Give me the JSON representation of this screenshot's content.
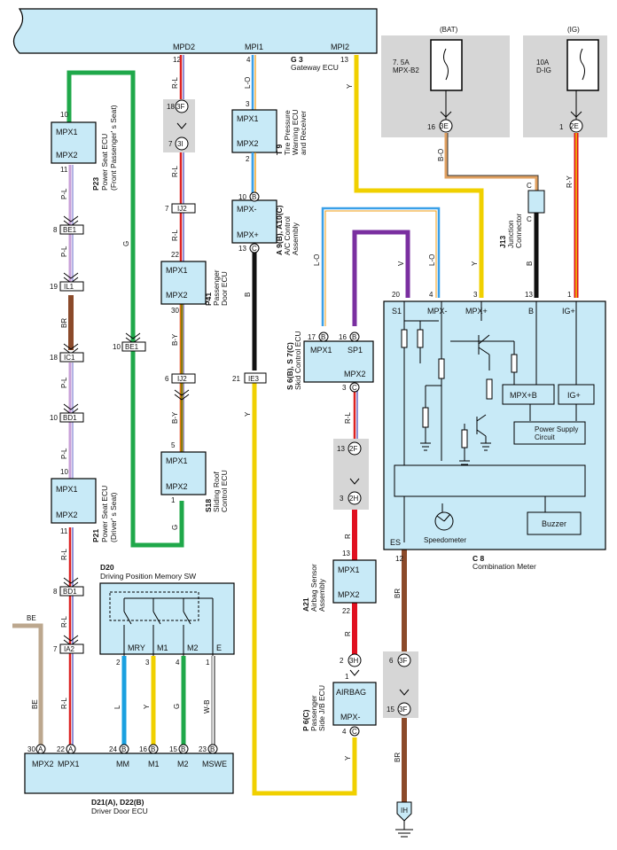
{
  "gateway": {
    "ref": "G 3",
    "name": "Gateway ECU",
    "pins": [
      "MPD2",
      "MPI1",
      "MPI2"
    ],
    "pin_nums": [
      "12",
      "4",
      "13"
    ]
  },
  "fuses": {
    "bat": {
      "header": "(BAT)",
      "rating": "7. 5A",
      "name": "MPX-B2",
      "conn_pin": "16",
      "conn": "3E"
    },
    "ig": {
      "header": "(IG)",
      "rating": "10A",
      "name": "D-IG",
      "conn_pin": "1",
      "conn": "2E"
    }
  },
  "ecus": {
    "p23": {
      "ref": "P23",
      "name1": "Power Seat ECU",
      "name2": "(Front Passenger' s Seat)",
      "p1": "MPX1",
      "p2": "MPX2",
      "n1": "10",
      "n2": "11"
    },
    "p21": {
      "ref": "P21",
      "name1": "Power Seat ECU",
      "name2": "(Driver' s Seat)",
      "p1": "MPX1",
      "p2": "MPX2",
      "n1": "10",
      "n2": "11"
    },
    "t9": {
      "ref": "T 9",
      "name1": "Tire Pressure",
      "name2": "Warning ECU",
      "name3": "and Receiver",
      "p1": "MPX1",
      "p2": "MPX2",
      "n1": "3",
      "n2": "2"
    },
    "a9": {
      "ref": "A 9(B), A10(C)",
      "name1": "A/C Control",
      "name2": "Assembly",
      "p1": "MPX-",
      "p2": "MPX+",
      "n1": "10",
      "n2": "13",
      "c1": "B",
      "c2": "C"
    },
    "p41": {
      "ref": "P41",
      "name1": "Passenger",
      "name2": "Door ECU",
      "p1": "MPX1",
      "p2": "MPX2",
      "n1": "22",
      "n2": "30"
    },
    "s18": {
      "ref": "S18",
      "name1": "Sliding Roof",
      "name2": "Control ECU",
      "p1": "MPX1",
      "p2": "MPX2",
      "n1": "5",
      "n2": "1"
    },
    "s6": {
      "ref": "S 6(B), S 7(C)",
      "name1": "Skid Control ECU",
      "p1": "MPX1",
      "p2": "SP1",
      "p3": "MPX2",
      "n1": "17",
      "n2": "16",
      "n3": "3",
      "c1": "B",
      "c2": "B",
      "c3": "C"
    },
    "a21": {
      "ref": "A21",
      "name1": "Airbag Sensor",
      "name2": "Assembly",
      "p1": "MPX1",
      "p2": "MPX2",
      "n1": "13",
      "n2": "22"
    },
    "p6": {
      "ref": "P 6(C)",
      "name1": "Passenger",
      "name2": "Side J/B ECU",
      "p1": "AIRBAG",
      "p2": "MPX-",
      "n1": "1",
      "n2": "4",
      "c2": "C"
    }
  },
  "connectors": {
    "be1a": {
      "pin": "8",
      "name": "BE1"
    },
    "il1": {
      "pin": "19",
      "name": "IL1"
    },
    "ic1": {
      "pin": "18",
      "name": "IC1"
    },
    "bd1a": {
      "pin": "10",
      "name": "BD1"
    },
    "bd1b": {
      "pin": "8",
      "name": "BD1"
    },
    "ia2": {
      "pin": "7",
      "name": "IA2"
    },
    "be1b": {
      "pin": "10",
      "name": "BE1"
    },
    "ij2a": {
      "pin": "7",
      "name": "IJ2"
    },
    "ij2b": {
      "pin": "6",
      "name": "IJ2"
    },
    "ie3": {
      "pin": "21",
      "name": "IE3"
    },
    "c3f_top": {
      "pin": "18",
      "name": "3F"
    },
    "c3i": {
      "pin": "7",
      "name": "3I"
    },
    "c2f": {
      "pin": "13",
      "name": "2F"
    },
    "c2h": {
      "pin": "3",
      "name": "2H"
    },
    "c3h": {
      "pin": "2",
      "name": "3H"
    },
    "c3f_a": {
      "pin": "6",
      "name": "3F"
    },
    "c3f_b": {
      "pin": "15",
      "name": "3F"
    },
    "ih": {
      "name": "IH"
    }
  },
  "junction": {
    "ref": "J13",
    "name1": "Junction",
    "name2": "Connector",
    "c": "C"
  },
  "wires": {
    "rl": "R-L",
    "lo": "L-O",
    "pl": "P-L",
    "br": "BR",
    "g": "G",
    "b": "B",
    "by": "B-Y",
    "y": "Y",
    "v": "V",
    "r": "R",
    "bo": "B-O",
    "ry": "R-Y",
    "be": "BE",
    "l": "L",
    "wb": "W-B"
  },
  "meter": {
    "ref": "C 8",
    "name": "Combination Meter",
    "pins": [
      "S1",
      "MPX-",
      "MPX+",
      "B",
      "IG+"
    ],
    "pin_nums": [
      "20",
      "4",
      "3",
      "13",
      "1"
    ],
    "es": "ES",
    "es_num": "12",
    "mpxb": "MPX+B",
    "igp": "IG+",
    "psc1": "Power Supply",
    "psc2": "Circuit",
    "speedo": "Speedometer",
    "buzzer": "Buzzer"
  },
  "memsw": {
    "ref": "D20",
    "name": "Driving Position Memory SW",
    "pins": [
      "MRY",
      "M1",
      "M2",
      "E"
    ],
    "nums": [
      "2",
      "3",
      "4",
      "1"
    ]
  },
  "driver_door": {
    "ref": "D21(A), D22(B)",
    "name": "Driver Door ECU",
    "pins": [
      "MPX2",
      "MPX1",
      "MM",
      "M1",
      "M2",
      "MSWE"
    ],
    "nums": [
      "30",
      "22",
      "24",
      "16",
      "15",
      "23"
    ],
    "conns": [
      "A",
      "A",
      "B",
      "B",
      "B",
      "B"
    ]
  }
}
